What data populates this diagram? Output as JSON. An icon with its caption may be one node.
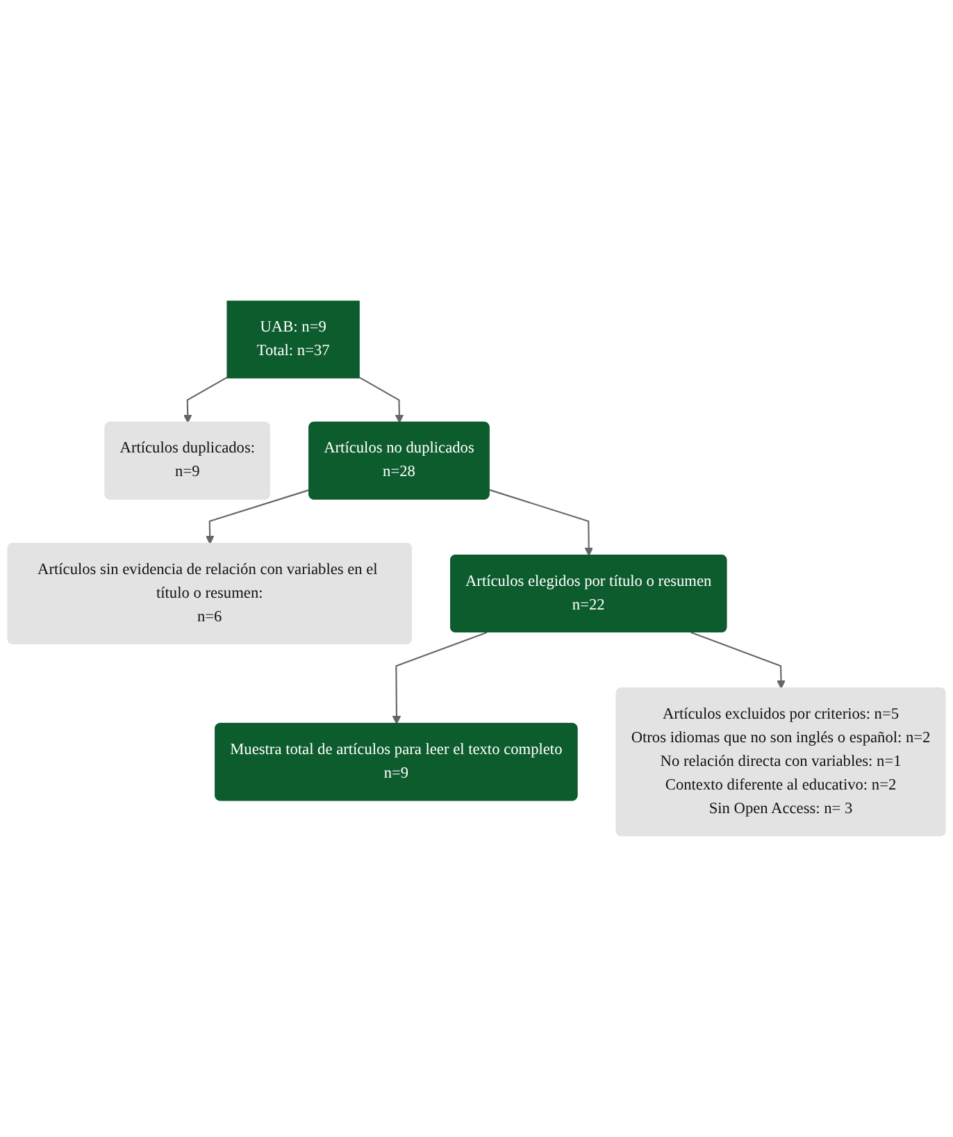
{
  "diagram": {
    "nodes": [
      {
        "text": [
          "UAB: n=9",
          "Total: n=37"
        ]
      },
      {
        "text": [
          "Artículos duplicados:",
          "n=9"
        ]
      },
      {
        "text": [
          "Artículos no duplicados",
          "n=28"
        ]
      },
      {
        "text": [
          "Artículos sin evidencia de relación con variables en el título o resumen:",
          "n=6"
        ]
      },
      {
        "text": [
          "Artículos elegidos por título o resumen",
          "n=22"
        ]
      },
      {
        "text": [
          "Artículos excluidos por criterios: n=5",
          "Otros idiomas que no son inglés o español: n=2",
          "No relación directa con variables: n=1",
          "Contexto diferente al educativo: n=2",
          "Sin Open Access: n= 3"
        ]
      },
      {
        "text": [
          "Muestra total de artículos para leer el texto completo",
          "n=9"
        ]
      }
    ],
    "edges": [
      {
        "from": 0,
        "to": 2,
        "arrow": "to"
      },
      {
        "from": 0,
        "to": 1,
        "arrow": "to"
      },
      {
        "from": 2,
        "to": 4,
        "arrow": "to"
      },
      {
        "from": 2,
        "to": 3,
        "arrow": "to"
      },
      {
        "from": 4,
        "to": 6,
        "arrow": "to"
      },
      {
        "from": 4,
        "to": 5,
        "arrow": "to"
      }
    ]
  }
}
